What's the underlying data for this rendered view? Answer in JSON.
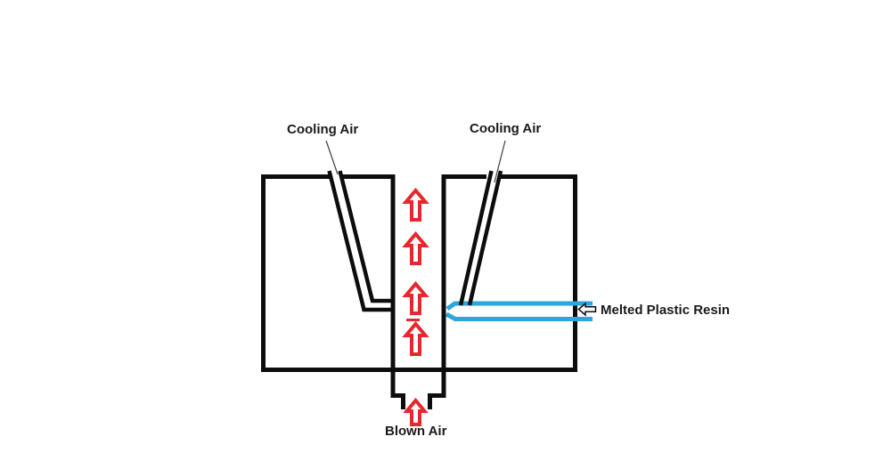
{
  "labels": {
    "cooling_air_left": "Cooling Air",
    "cooling_air_right": "Cooling Air",
    "melted_plastic_resin": "Melted Plastic Resin",
    "blown_air": "Blown Air"
  },
  "colors": {
    "line-black": "#0d0d0d",
    "arrow-red": "#e6282d",
    "resin-blue": "#29a7de",
    "label-text": "#1a1a1a",
    "pointer-gray": "#4a4a4a",
    "background": "#ffffff"
  },
  "icons": {
    "up_arrow": "⇧",
    "left_arrow": "⇦"
  }
}
